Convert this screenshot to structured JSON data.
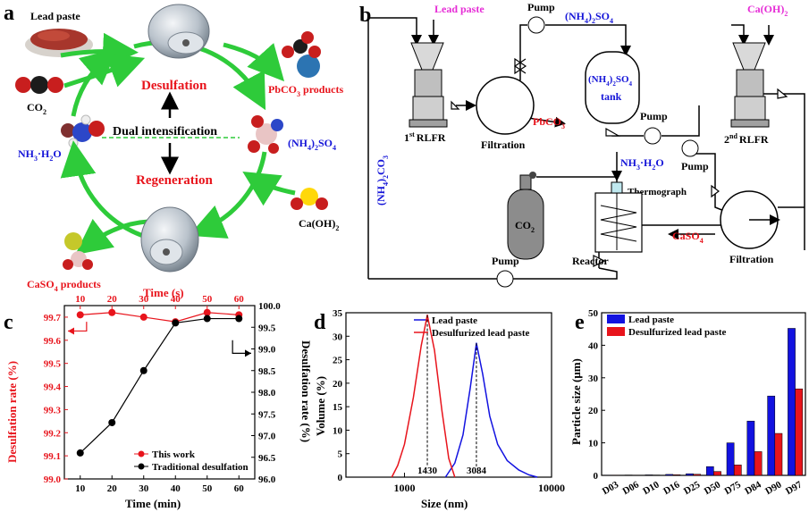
{
  "panel_a": {
    "label": "a",
    "lead_paste": "Lead paste",
    "co2": "CO",
    "co2_sub": "2",
    "nh3": "NH",
    "nh3_sub": "3",
    "nh3_rest": "·H",
    "nh3_sub2": "2",
    "nh3_end": "O",
    "desulfation": "Desulfation",
    "dual": "Dual intensification",
    "regeneration": "Regeneration",
    "pbco3": "PbCO",
    "pbco3_sub": "3",
    "pbco3_end": " products",
    "nh4so4": "(NH",
    "nh4so4_sub": "4",
    "nh4so4_mid": ")",
    "nh4so4_sub2": "2",
    "nh4so4_end": "SO",
    "nh4so4_sub3": "4",
    "caoh2": "Ca(OH)",
    "caoh2_sub": "2",
    "caso4": "CaSO",
    "caso4_sub": "4",
    "caso4_end": " products"
  },
  "panel_b": {
    "label": "b",
    "lead_paste": "Lead paste",
    "pump1": "Pump",
    "nh4so4_top": "(NH",
    "caoh2": "Ca(OH)",
    "tank": "tank",
    "rlfr1": "RLFR",
    "rlfr1_pre": "1",
    "rlfr1_sup": "st",
    "filtration1": "Filtration",
    "pbco3": "PbCO",
    "pump2": "Pump",
    "rlfr2_pre": "2",
    "rlfr2_sup": "nd",
    "rlfr2": "RLFR",
    "pump3": "Pump",
    "nh4co3": "(NH",
    "co2": "CO",
    "nh3h2o": "NH",
    "thermograph": "Thermograph",
    "reactor": "Reactor",
    "pump4": "Pump",
    "caso4": "CaSO",
    "filtration2": "Filtration"
  },
  "chart_data": [
    {
      "id": "c",
      "type": "line",
      "label": "c",
      "xlabel": "Time (min)",
      "x2label": "Time (s)",
      "ylabel": "Desulfation rate (%)",
      "y2label": "Desulfation rate (%)",
      "x": [
        10,
        20,
        30,
        40,
        50,
        60
      ],
      "xticks": [
        "10",
        "20",
        "30",
        "40",
        "50",
        "60"
      ],
      "ylim": [
        99.0,
        99.75
      ],
      "yticks": [
        "99.0",
        "99.1",
        "99.2",
        "99.3",
        "99.4",
        "99.5",
        "99.6",
        "99.7"
      ],
      "y2lim": [
        96.0,
        100.0
      ],
      "y2ticks": [
        "96.0",
        "96.5",
        "97.0",
        "97.5",
        "98.0",
        "98.5",
        "99.0",
        "99.5",
        "100.0"
      ],
      "series": [
        {
          "name": "This work",
          "axis": "left",
          "color": "#e8141c",
          "values": [
            99.71,
            99.72,
            99.7,
            99.68,
            99.72,
            99.71
          ]
        },
        {
          "name": "Traditional desulfation",
          "axis": "right",
          "color": "#000000",
          "values": [
            96.6,
            97.3,
            98.5,
            99.6,
            99.7,
            99.7
          ]
        }
      ]
    },
    {
      "id": "d",
      "type": "line",
      "label": "d",
      "xlabel": "Size (nm)",
      "ylabel": "Volume (%)",
      "xscale": "log",
      "xticks": [
        "1000",
        "10000"
      ],
      "ylim": [
        0,
        35
      ],
      "yticks": [
        "0",
        "5",
        "10",
        "15",
        "20",
        "25",
        "30",
        "35"
      ],
      "annotations": [
        "1430",
        "3084"
      ],
      "series": [
        {
          "name": "Lead paste",
          "color": "#1212e0",
          "x": [
            1900,
            2200,
            2500,
            2800,
            3084,
            3400,
            3800,
            4300,
            5000,
            6000,
            7000,
            8000
          ],
          "values": [
            0,
            3,
            9,
            19,
            28.5,
            22,
            13,
            7,
            3.5,
            1.5,
            0.5,
            0
          ]
        },
        {
          "name": "Desulfurized lead paste",
          "color": "#e8141c",
          "x": [
            820,
            900,
            1000,
            1150,
            1300,
            1430,
            1600,
            1800,
            2000,
            2200
          ],
          "values": [
            0,
            2.5,
            7,
            17,
            28,
            34.5,
            27,
            14,
            4,
            0
          ]
        }
      ]
    },
    {
      "id": "e",
      "type": "bar",
      "label": "e",
      "ylabel": "Particle size (μm)",
      "categories": [
        "D03",
        "D06",
        "D10",
        "D16",
        "D25",
        "D50",
        "D75",
        "D84",
        "D90",
        "D97"
      ],
      "ylim": [
        0,
        50
      ],
      "yticks": [
        "0",
        "10",
        "20",
        "30",
        "40",
        "50"
      ],
      "series": [
        {
          "name": "Lead paste",
          "color": "#1212e0",
          "values": [
            0.05,
            0.1,
            0.15,
            0.3,
            0.5,
            2.7,
            10,
            16.7,
            24.4,
            45.2
          ]
        },
        {
          "name": "Desulfurized lead paste",
          "color": "#e8141c",
          "values": [
            0.03,
            0.06,
            0.1,
            0.2,
            0.35,
            1.2,
            3.2,
            7.3,
            12.9,
            26.6
          ]
        }
      ]
    }
  ]
}
